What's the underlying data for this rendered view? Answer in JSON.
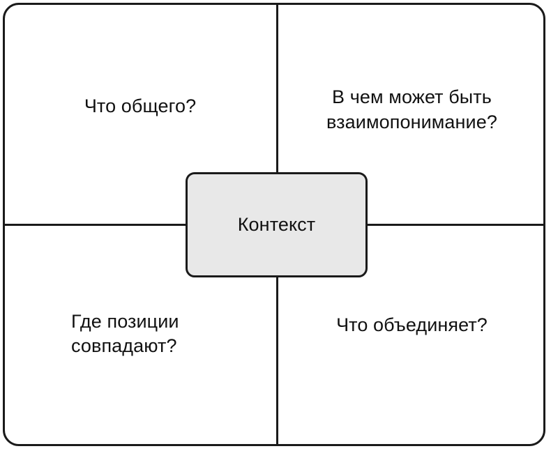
{
  "diagram": {
    "type": "quadrant-matrix",
    "title": "",
    "center": {
      "label": "Контекст"
    },
    "quadrants": [
      {
        "position": "top-left",
        "text": "Что общего?",
        "align": "center"
      },
      {
        "position": "top-right",
        "text": "В чем может быть\nвзаимопонимание?",
        "align": "center"
      },
      {
        "position": "bottom-left",
        "text": "Где позиции\nсовпадают?",
        "align": "left"
      },
      {
        "position": "bottom-right",
        "text": "Что объединяет?",
        "align": "center"
      }
    ],
    "colors": {
      "stroke": "#1a1a1a",
      "background": "#ffffff",
      "center_fill": "#e8e8e8",
      "text": "#111111"
    }
  }
}
